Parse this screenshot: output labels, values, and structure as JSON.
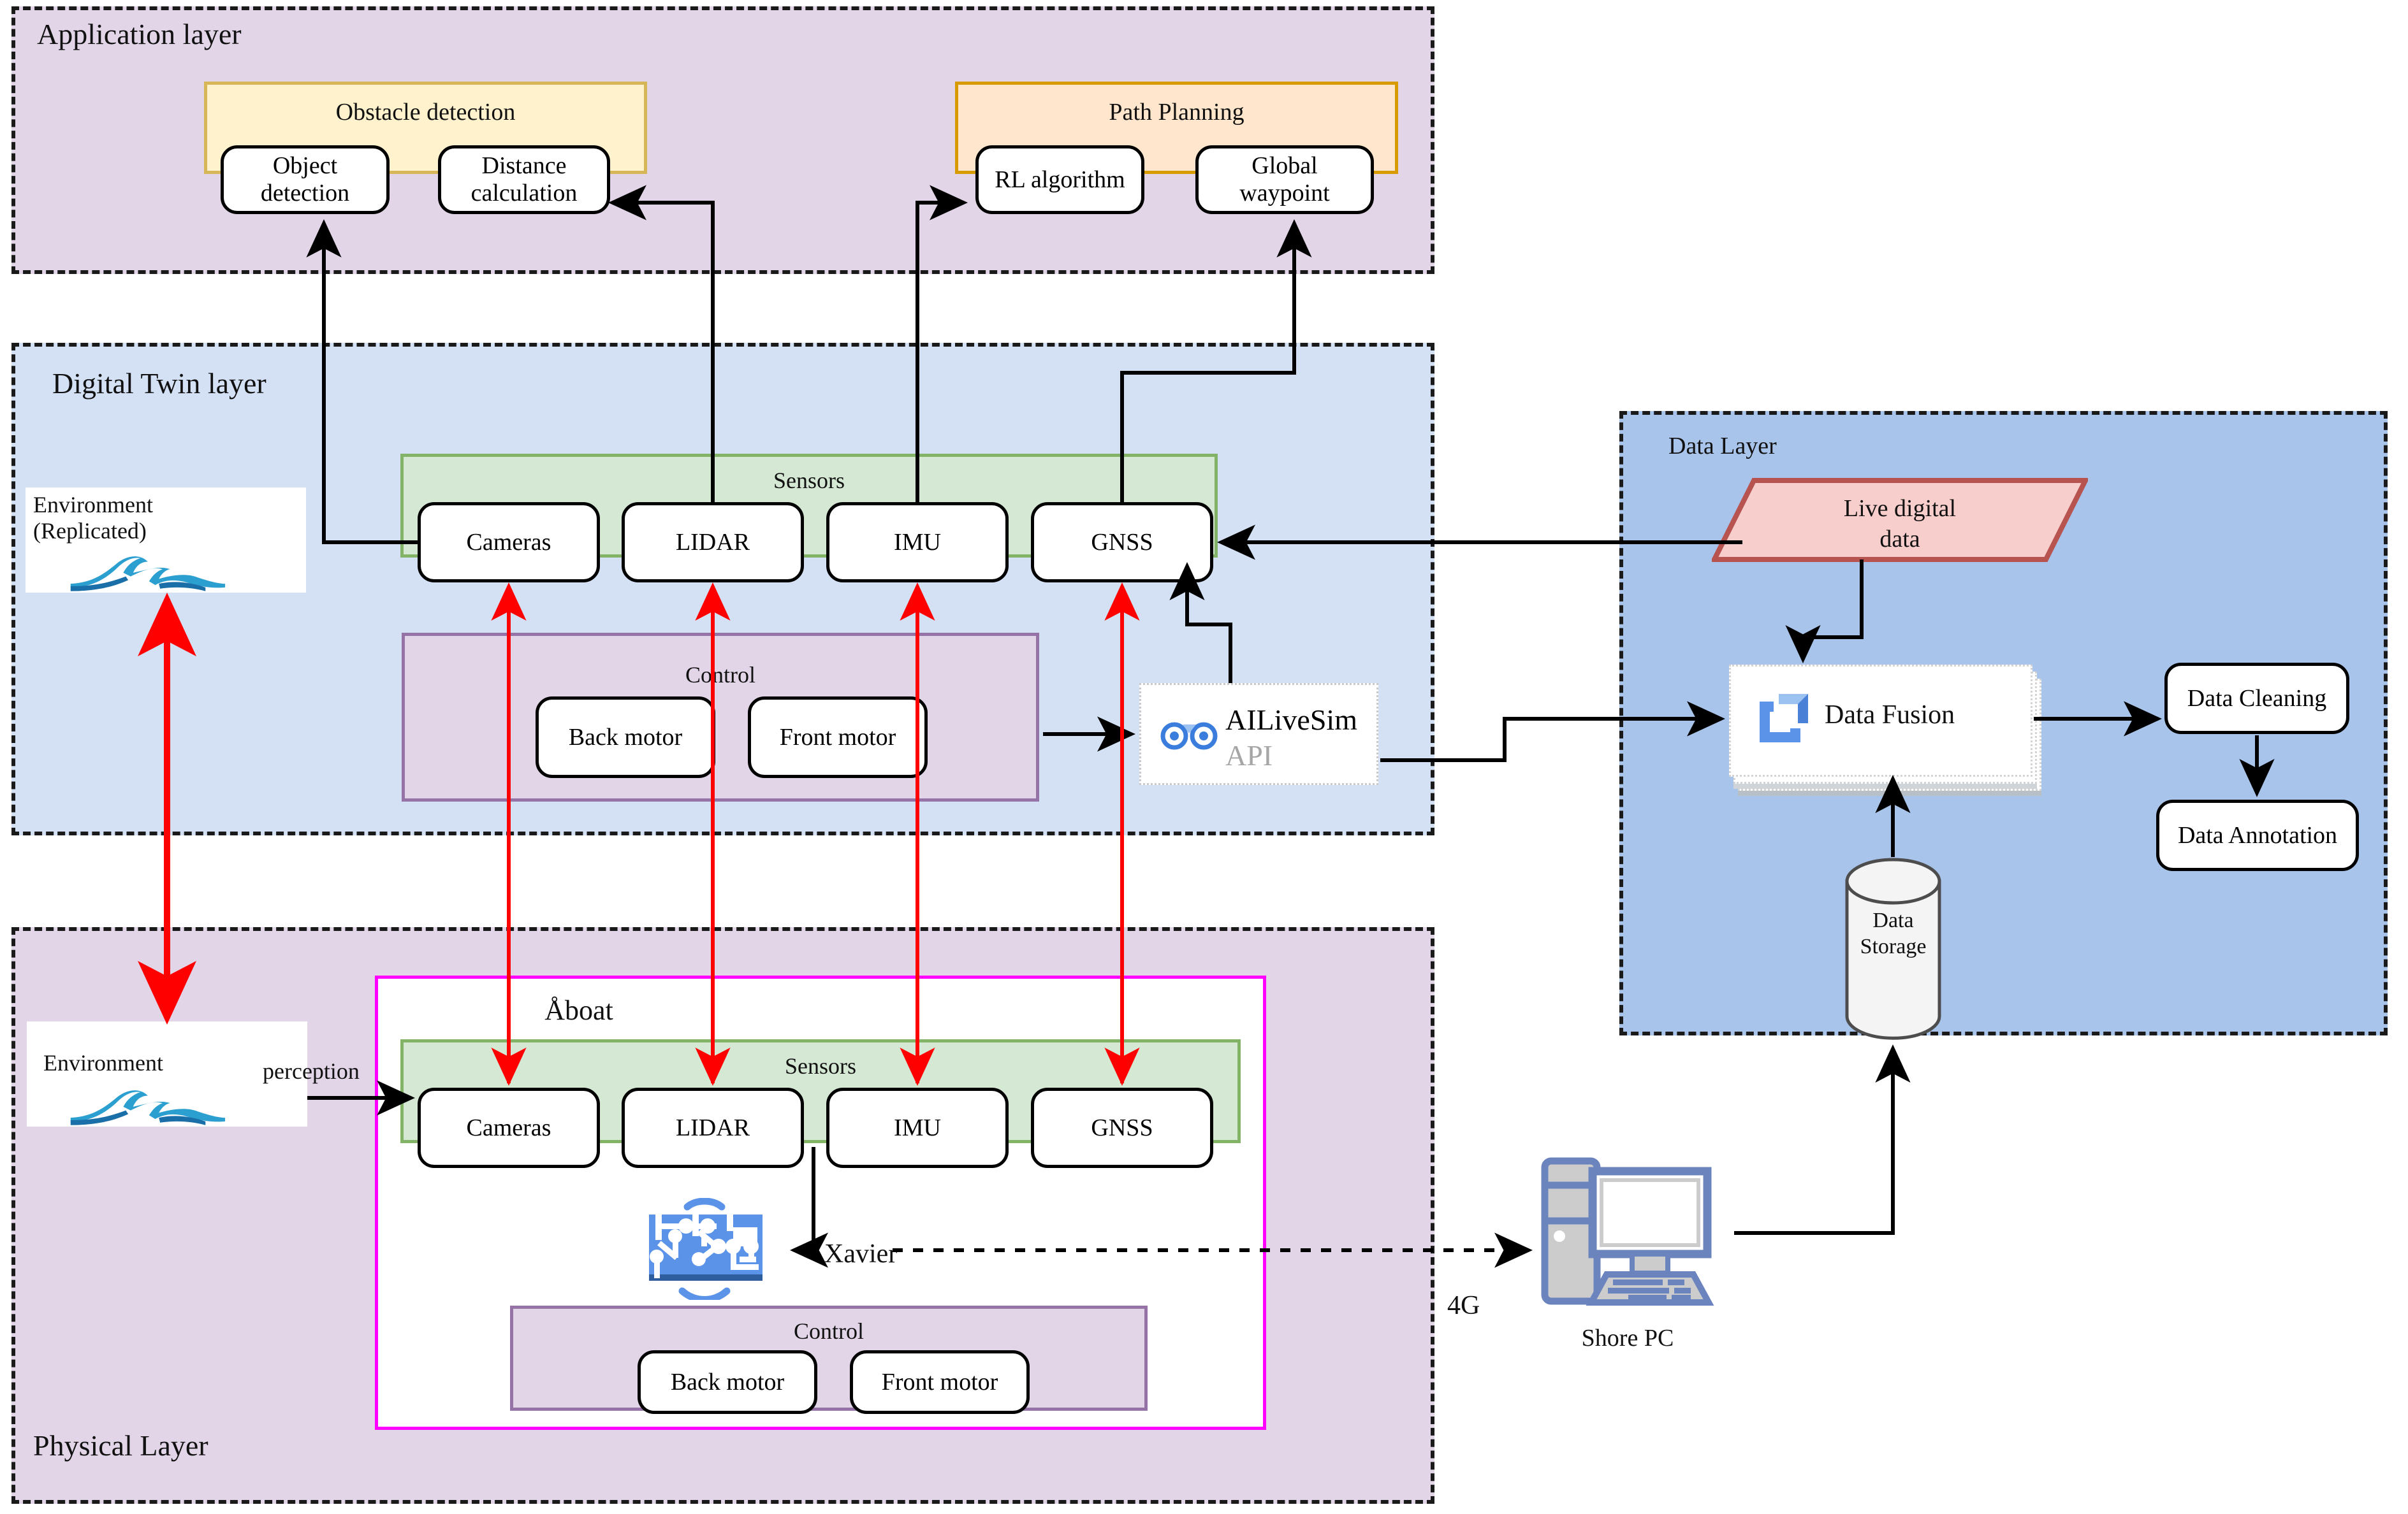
{
  "layers": {
    "application": {
      "title": "Application layer"
    },
    "digital_twin": {
      "title": "Digital Twin layer"
    },
    "physical": {
      "title": "Physical Layer"
    },
    "data": {
      "title": "Data Layer"
    }
  },
  "application": {
    "obstacle_detection": {
      "title": "Obstacle detection",
      "nodes": [
        {
          "label": "Object detection"
        },
        {
          "label": "Distance\ncalculation"
        }
      ]
    },
    "path_planning": {
      "title": "Path Planning",
      "nodes": [
        {
          "label": "RL algorithm"
        },
        {
          "label": "Global waypoint"
        }
      ]
    }
  },
  "digital_twin": {
    "environment": {
      "label": "Environment\n(Replicated)",
      "icon": "wave-icon"
    },
    "sensors": {
      "title": "Sensors",
      "nodes": [
        {
          "label": "Cameras"
        },
        {
          "label": "LIDAR"
        },
        {
          "label": "IMU"
        },
        {
          "label": "GNSS"
        }
      ]
    },
    "control": {
      "title": "Control",
      "nodes": [
        {
          "label": "Back motor"
        },
        {
          "label": "Front motor"
        }
      ]
    },
    "ailivesim": {
      "title": "AILiveSim",
      "subtitle": "API",
      "icon": "ailivesim-icon"
    }
  },
  "physical": {
    "environment": {
      "label": "Environment",
      "icon": "wave-icon"
    },
    "perception_label": "perception",
    "boat": {
      "title": "Åboat",
      "sensors": {
        "title": "Sensors",
        "nodes": [
          {
            "label": "Cameras"
          },
          {
            "label": "LIDAR"
          },
          {
            "label": "IMU"
          },
          {
            "label": "GNSS"
          }
        ]
      },
      "control": {
        "title": "Control",
        "nodes": [
          {
            "label": "Back motor"
          },
          {
            "label": "Front motor"
          }
        ]
      },
      "compute": {
        "label": "Xavier",
        "icon": "circuit-chip-icon"
      }
    },
    "link_label": "4G",
    "shore_pc": {
      "label": "Shore PC",
      "icon": "desktop-computer-icon"
    }
  },
  "data_layer": {
    "live_data": {
      "label": "Live digital\ndata"
    },
    "fusion": {
      "label": "Data Fusion",
      "icon": "data-fusion-icon"
    },
    "cleaning": {
      "label": "Data Cleaning"
    },
    "annotation": {
      "label": "Data Annotation"
    },
    "storage": {
      "label": "Data\nStorage"
    }
  },
  "colors": {
    "application_bg": "#e1d5e7",
    "digital_twin_bg": "#d4e1f5",
    "physical_bg": "#e1d5e7",
    "data_bg": "#a9c4eb",
    "obstacle_bg": "#fff2cc",
    "obstacle_border": "#d6b656",
    "path_bg": "#ffe6cc",
    "path_border": "#d79b00",
    "sensors_bg": "#d5e8d4",
    "sensors_border": "#82b366",
    "control_bg": "#e1d5e7",
    "control_border": "#9673a6",
    "boat_border": "#ff00ff",
    "live_data_bg": "#f8cecc",
    "live_data_border": "#b85450",
    "red_arrow": "#ff0000",
    "black_arrow": "#000000"
  }
}
